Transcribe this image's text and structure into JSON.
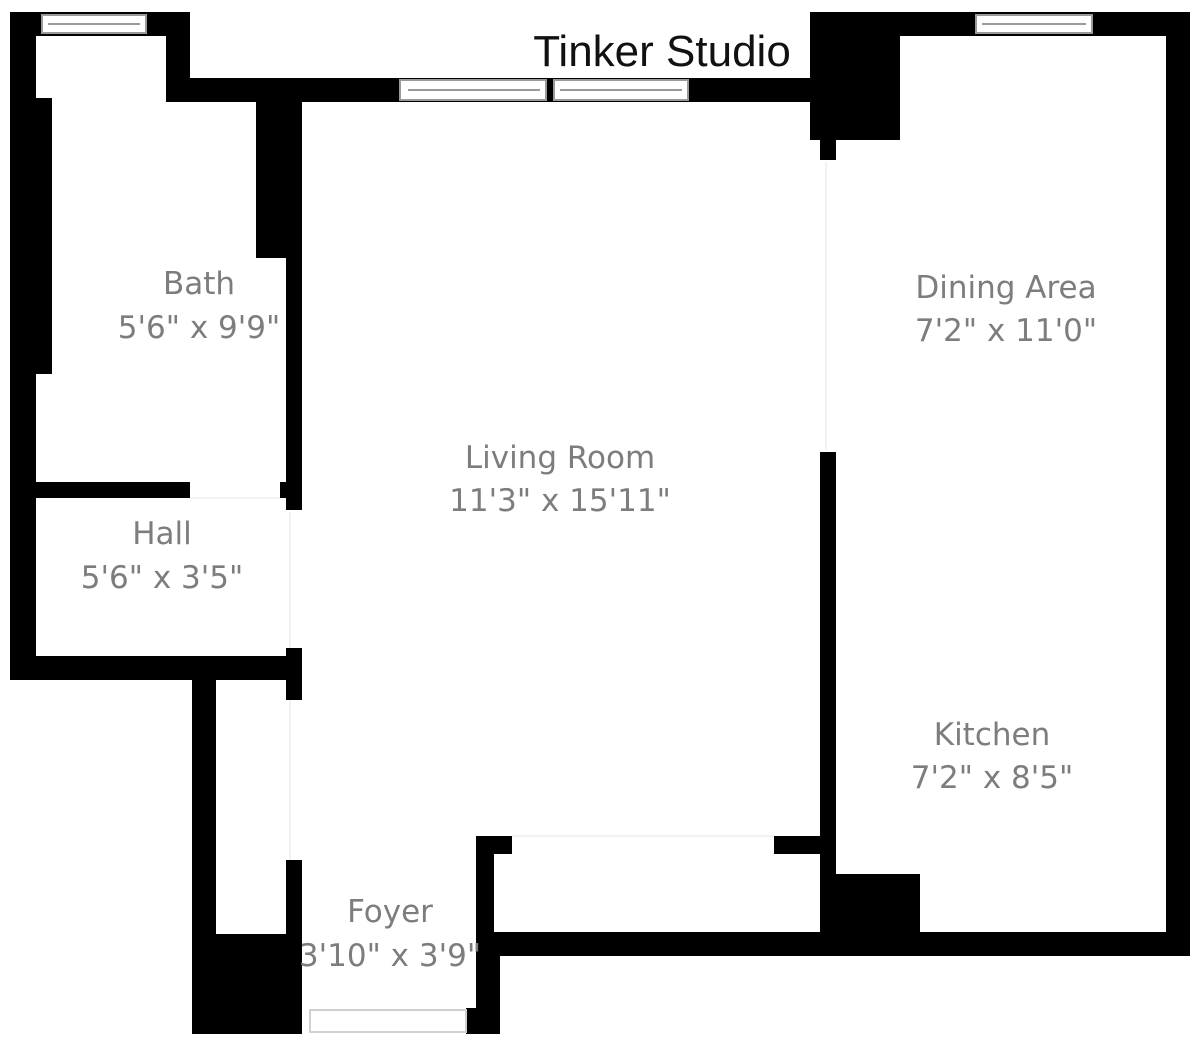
{
  "title": "Tinker Studio",
  "colors": {
    "wall": "#000000",
    "floor": "#ffffff",
    "label": "#7d7d7d",
    "window_frame": "#9a9a9a"
  },
  "rooms": [
    {
      "id": "bath",
      "name": "Bath",
      "dims": "5'6\" x 9'9\""
    },
    {
      "id": "hall",
      "name": "Hall",
      "dims": "5'6\" x 3'5\""
    },
    {
      "id": "living-room",
      "name": "Living Room",
      "dims": "11'3\" x 15'11\""
    },
    {
      "id": "dining-area",
      "name": "Dining Area",
      "dims": "7'2\" x 11'0\""
    },
    {
      "id": "kitchen",
      "name": "Kitchen",
      "dims": "7'2\" x 8'5\""
    },
    {
      "id": "foyer",
      "name": "Foyer",
      "dims": "3'10\" x 3'9\""
    }
  ]
}
